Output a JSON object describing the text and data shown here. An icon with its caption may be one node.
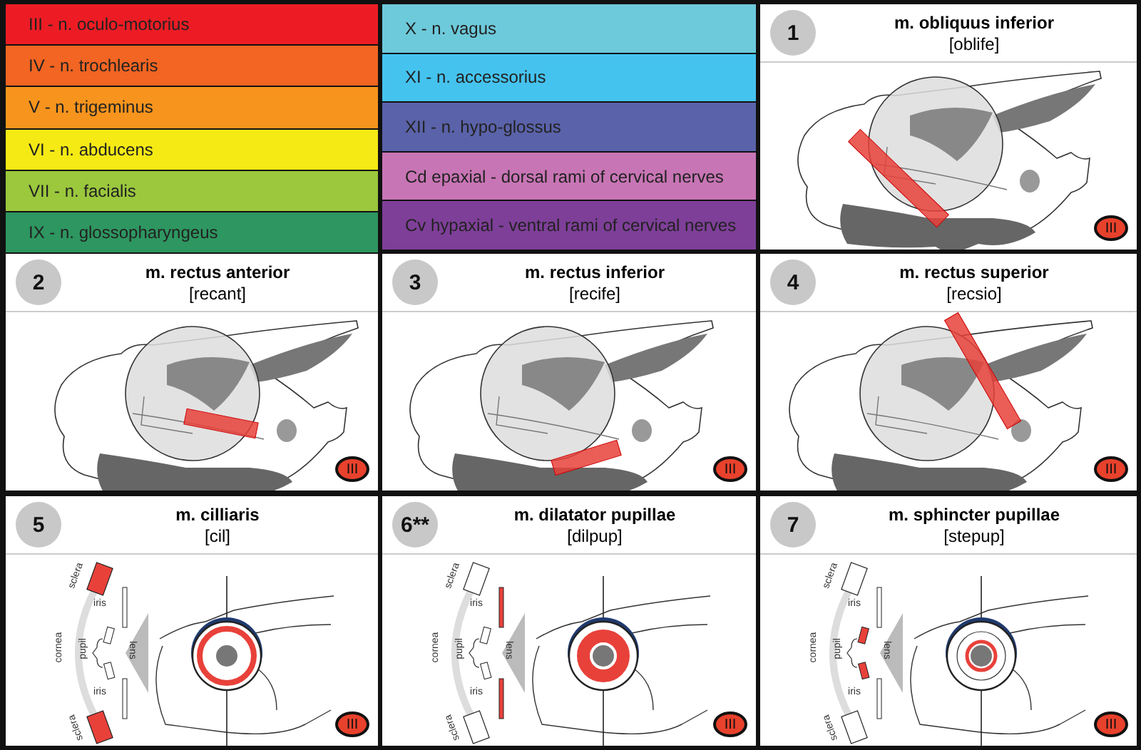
{
  "diagram": {
    "nodes": [
      {
        "text": [
          "1",
          "m. obliquus inferior",
          "[oblife]"
        ]
      },
      {
        "text": [
          "III"
        ],
        "in": 0
      },
      {
        "text": [
          "2",
          "m. rectus anterior",
          "[recant]"
        ]
      },
      {
        "text": [
          "III"
        ],
        "in": 2
      },
      {
        "text": [
          "3",
          "m. rectus inferior",
          "[recife]"
        ]
      },
      {
        "text": [
          "III"
        ],
        "in": 4
      },
      {
        "text": [
          "4",
          "m. rectus superior",
          "[recsio]"
        ]
      },
      {
        "text": [
          "III"
        ],
        "in": 6
      },
      {
        "text": [
          "5",
          "m. cilliaris",
          "[cil]"
        ]
      },
      {
        "text": [
          "III"
        ],
        "in": 8
      },
      {
        "text": [
          "6**",
          "m. dilatator pupillae",
          "[dilpup]"
        ]
      },
      {
        "text": [
          "III"
        ],
        "in": 10
      },
      {
        "text": [
          "7",
          "m. sphincter pupillae",
          "[stepup]"
        ]
      },
      {
        "text": [
          "III"
        ],
        "in": 12
      }
    ],
    "labels": [
      "sclera",
      "iris",
      "cornea",
      "pupil",
      "lens",
      "iris",
      "sclera",
      "sclera",
      "iris",
      "cornea",
      "pupil",
      "lens",
      "iris",
      "sclera",
      "sclera",
      "iris",
      "cornea",
      "pupil",
      "lens",
      "iris",
      "sclera"
    ],
    "legend": [
      {
        "text": "III - n. oculo-motorius",
        "color": "#ed1c24"
      },
      {
        "text": "IV - n. trochlearis",
        "color": "#f26522"
      },
      {
        "text": "V - n. trigeminus",
        "color": "#f7941d"
      },
      {
        "text": "VI - n. abducens",
        "color": "#f5ea14"
      },
      {
        "text": "VII - n. facialis",
        "color": "#9bc83d"
      },
      {
        "text": "IX - n. glossopharyngeus",
        "color": "#2e9660"
      },
      {
        "text": "X - n. vagus",
        "color": "#6dcadb"
      },
      {
        "text": "XI - n. accessorius",
        "color": "#45c3ef"
      },
      {
        "text": "XII - n. hypo-glossus",
        "color": "#5a62a9"
      },
      {
        "text": "Cd epaxial - dorsal rami of cervical nerves",
        "color": "#c875b5"
      },
      {
        "text": "Cv hypaxial - ventral rami of cervical nerves",
        "color": "#7e3f98"
      }
    ]
  }
}
